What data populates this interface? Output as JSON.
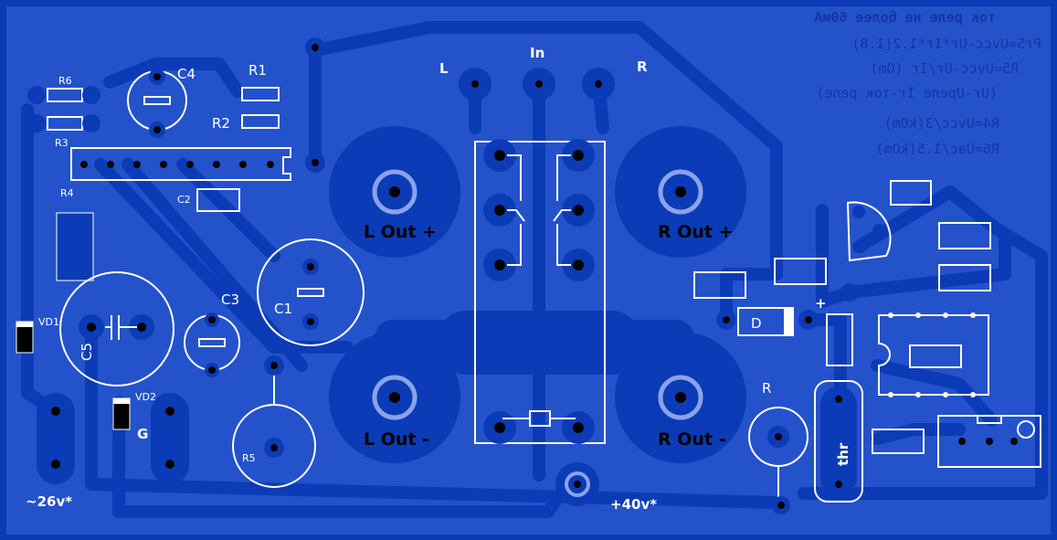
{
  "components": {
    "r6": "R6",
    "r3": "R3",
    "c4": "C4",
    "r1": "R1",
    "r2": "R2",
    "r4": "R4",
    "c2": "C2",
    "c3": "C3",
    "c1": "C1",
    "c5": "C5",
    "vd1": "VD1",
    "vd2": "VD2",
    "g": "G",
    "r5": "R5",
    "d": "D",
    "r": "R",
    "thr": "thr",
    "plus": "+"
  },
  "connectors": {
    "l": "L",
    "in": "In",
    "r": "R"
  },
  "outputs": {
    "l_plus": "L Out +",
    "r_plus": "R Out +",
    "l_minus": "L Out -",
    "r_minus": "R Out -"
  },
  "power": {
    "ac": "~26v*",
    "dc": "+40v*"
  },
  "notes": [
    "ток реле не более 60мА",
    "Pr5=Uvcc-Ur*Ir*1.2(1.8)",
    "R5=Uvcc-Ur/Ir (Om)",
    "(Ur-Uреле Ir-ток реле)",
    "R4=Uvcc/3(kOm)",
    "R6=Uac/1.5(kOm)"
  ],
  "colors": {
    "board": "#2452ca",
    "copper": "#0b3bb6",
    "silk": "#ffffff"
  }
}
